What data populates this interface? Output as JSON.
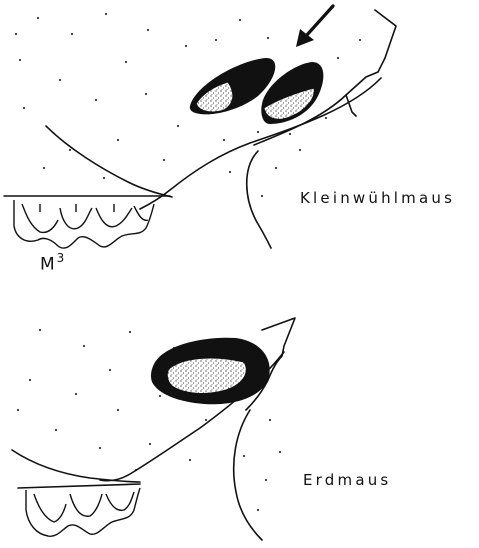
{
  "labels": {
    "top_species": "Kleinwühlmaus",
    "bottom_species": "Erdmaus",
    "molar_letter": "M",
    "molar_index": "3"
  },
  "icons": {
    "arrow": "arrow-down-left-icon"
  },
  "colors": {
    "ink": "#111111",
    "paper": "#ffffff"
  }
}
